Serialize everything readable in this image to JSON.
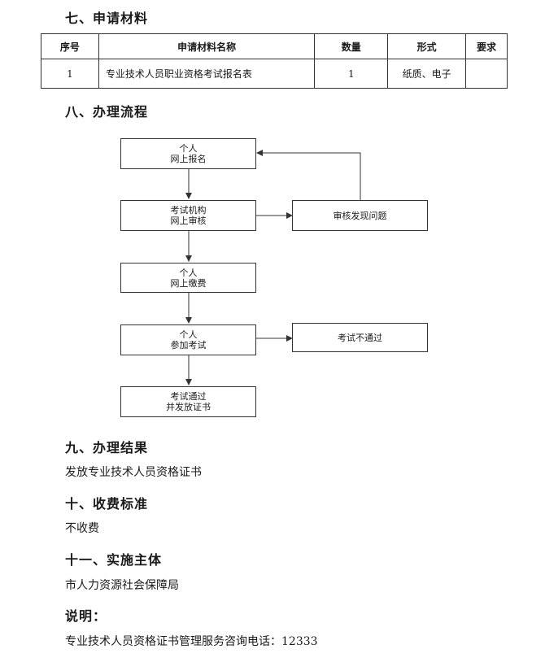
{
  "section7": {
    "title": "七、申请材料",
    "table": {
      "headers": [
        "序号",
        "申请材料名称",
        "数量",
        "形式",
        "要求"
      ],
      "rows": [
        [
          "1",
          "专业技术人员职业资格考试报名表",
          "1",
          "纸质、电子",
          ""
        ]
      ]
    }
  },
  "section8": {
    "title": "八、办理流程",
    "flow": {
      "box1": {
        "line1": "个人",
        "line2": "网上报名"
      },
      "box2": {
        "line1": "考试机构",
        "line2": "网上审核"
      },
      "box3": {
        "line1": "个人",
        "line2": "网上缴费"
      },
      "box4": {
        "line1": "个人",
        "line2": "参加考试"
      },
      "box5": {
        "line1": "考试通过",
        "line2": "并发放证书"
      },
      "side1": "审核发现问题",
      "side2": "考试不通过"
    }
  },
  "section9": {
    "title": "九、办理结果",
    "text": "发放专业技术人员资格证书"
  },
  "section10": {
    "title": "十、收费标准",
    "text": "不收费"
  },
  "section11": {
    "title": "十一、实施主体",
    "text": "市人力资源社会保障局"
  },
  "note": {
    "title": "说明：",
    "text": "专业技术人员资格证书管理服务咨询电话：12333"
  }
}
